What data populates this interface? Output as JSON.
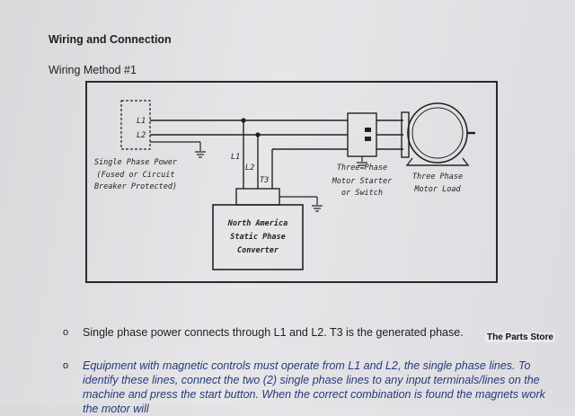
{
  "heading": "Wiring and Connection",
  "subheading": "Wiring Method #1",
  "diagram": {
    "power_l1": "L1",
    "power_l2": "L2",
    "power_label_1": "Single Phase Power",
    "power_label_2": "(Fused or Circuit",
    "power_label_3": "Breaker Protected)",
    "conv_l1": "L1",
    "conv_l2": "L2",
    "conv_t3": "T3",
    "starter_label_1": "Three Phase",
    "starter_label_2": "Motor Starter",
    "starter_label_3": "or Switch",
    "motor_label_1": "Three Phase",
    "motor_label_2": "Motor Load",
    "converter_label_1": "North America",
    "converter_label_2": "Static Phase",
    "converter_label_3": "Converter"
  },
  "bullets": [
    "Single phase power connects through L1 and L2.  T3 is the generated phase.",
    "Equipment with magnetic controls must operate from L1 and L2, the single phase lines.  To identify these lines, connect the two (2) single phase lines to any input terminals/lines on the machine and press the start button.  When the correct combination is found the magnets work the motor will"
  ],
  "bullet_marker": "o",
  "watermark": "The  Parts Store"
}
